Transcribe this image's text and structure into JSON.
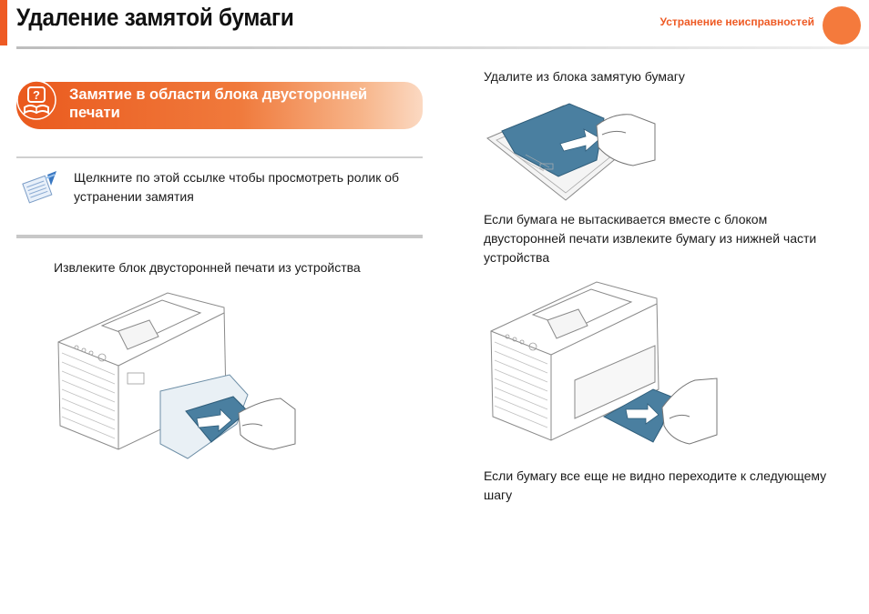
{
  "header": {
    "title": "Удаление замятой бумаги",
    "section": "Устранение неисправностей"
  },
  "topic": {
    "title": "Замятие в области блока двусторонней печати"
  },
  "note": {
    "text": "Щелкните по этой ссылке  чтобы просмотреть ролик об устранении замятия"
  },
  "steps": {
    "remove_unit": "Извлеките блок двусторонней печати из устройства",
    "remove_paper": "Удалите из блока замятую бумагу",
    "paper_not_out": "Если бумага не вытаскивается вместе с блоком двусторонней печати  извлеките бумагу из нижней части устройства",
    "not_visible": "Если бумагу все еще не видно  переходите к следующему шагу"
  },
  "colors": {
    "accent": "#ee5a24",
    "paper_blue": "#4a7fa0"
  },
  "icons": {
    "topic": "question-book-icon",
    "note": "video-note-icon"
  }
}
